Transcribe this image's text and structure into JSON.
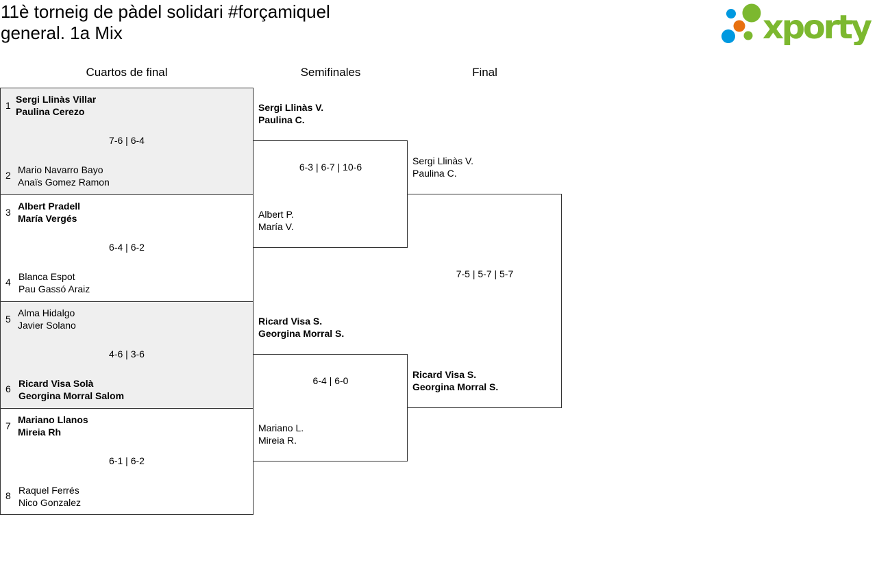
{
  "title": [
    "11è torneig de pàdel solidari #forçamiquel",
    "general. 1a Mix"
  ],
  "logo": {
    "text": "xporty",
    "colors": {
      "green": "#7cb82f",
      "blue": "#0099e0",
      "orange": "#e8700e"
    }
  },
  "rounds": [
    "Cuartos de final",
    "Semifinales",
    "Final"
  ],
  "quarterfinals": [
    {
      "top": {
        "seed": "1",
        "players": [
          "Sergi Llinàs Villar",
          "Paulina Cerezo"
        ],
        "winner": true
      },
      "bottom": {
        "seed": "2",
        "players": [
          "Mario Navarro Bayo",
          "Anaïs Gomez Ramon"
        ],
        "winner": false
      },
      "score": "7-6 | 6-4"
    },
    {
      "top": {
        "seed": "3",
        "players": [
          "Albert Pradell",
          "María Vergés"
        ],
        "winner": true
      },
      "bottom": {
        "seed": "4",
        "players": [
          "Blanca Espot",
          "Pau Gassó Araiz"
        ],
        "winner": false
      },
      "score": "6-4 | 6-2"
    },
    {
      "top": {
        "seed": "5",
        "players": [
          "Alma Hidalgo",
          "Javier Solano"
        ],
        "winner": false
      },
      "bottom": {
        "seed": "6",
        "players": [
          "Ricard Visa Solà",
          "Georgina Morral Salom"
        ],
        "winner": true
      },
      "score": "4-6 | 3-6"
    },
    {
      "top": {
        "seed": "7",
        "players": [
          "Mariano Llanos",
          "Mireia Rh"
        ],
        "winner": true
      },
      "bottom": {
        "seed": "8",
        "players": [
          "Raquel Ferrés",
          "Nico Gonzalez"
        ],
        "winner": false
      },
      "score": "6-1 | 6-2"
    }
  ],
  "semifinals": [
    {
      "top": {
        "players": [
          "Sergi Llinàs V.",
          "Paulina C."
        ],
        "winner": true
      },
      "bottom": {
        "players": [
          "Albert P.",
          "María V."
        ],
        "winner": false
      },
      "score": "6-3 | 6-7 | 10-6"
    },
    {
      "top": {
        "players": [
          "Ricard Visa S.",
          "Georgina Morral S."
        ],
        "winner": true
      },
      "bottom": {
        "players": [
          "Mariano L.",
          "Mireia R."
        ],
        "winner": false
      },
      "score": "6-4 | 6-0"
    }
  ],
  "final": {
    "top": {
      "players": [
        "Sergi Llinàs V.",
        "Paulina C."
      ],
      "winner": false
    },
    "bottom": {
      "players": [
        "Ricard Visa S.",
        "Georgina Morral S."
      ],
      "winner": true
    },
    "score": "7-5 | 5-7 | 5-7"
  }
}
